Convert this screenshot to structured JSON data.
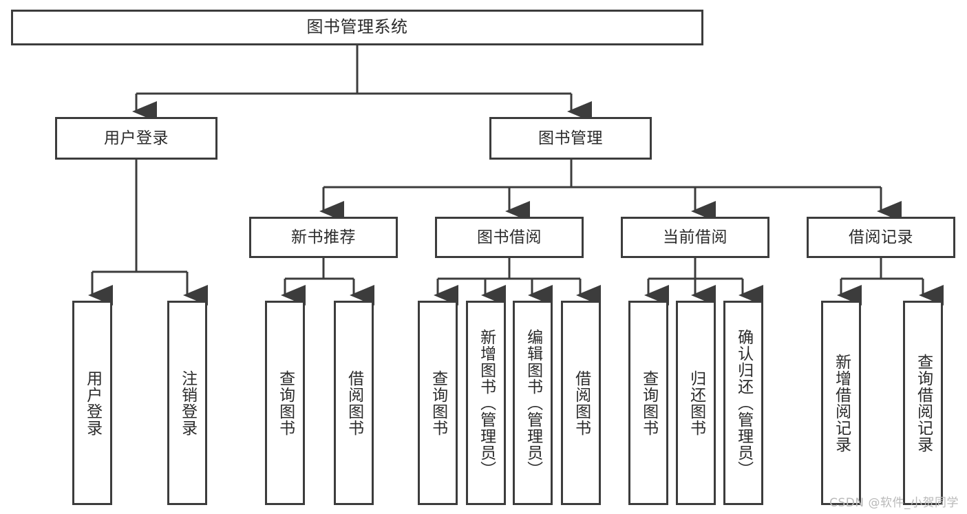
{
  "diagram": {
    "type": "tree",
    "title": "图书管理系统",
    "background_color": "#ffffff",
    "line_color": "#3c3c3c",
    "text_color": "#2b2b2b"
  },
  "nodes": {
    "root": {
      "label": "图书管理系统"
    },
    "level2": [
      {
        "id": "user-login",
        "label": "用户登录"
      },
      {
        "id": "book-manage",
        "label": "图书管理"
      }
    ],
    "level3": [
      {
        "id": "new-book-recommend",
        "label": "新书推荐"
      },
      {
        "id": "book-borrow",
        "label": "图书借阅"
      },
      {
        "id": "current-borrow",
        "label": "当前借阅"
      },
      {
        "id": "borrow-record",
        "label": "借阅记录"
      }
    ],
    "leaves": [
      {
        "id": "leaf-user-login",
        "label": "用户登录"
      },
      {
        "id": "leaf-logout-login",
        "label": "注销登录"
      },
      {
        "id": "leaf-query-book-1",
        "label": "查询图书"
      },
      {
        "id": "leaf-borrow-book-1",
        "label": "借阅图书"
      },
      {
        "id": "leaf-query-book-2",
        "label": "查询图书"
      },
      {
        "id": "leaf-add-book",
        "label": "新增图书（管理员）"
      },
      {
        "id": "leaf-edit-book",
        "label": "编辑图书（管理员）"
      },
      {
        "id": "leaf-borrow-book-2",
        "label": "借阅图书"
      },
      {
        "id": "leaf-query-book-3",
        "label": "查询图书"
      },
      {
        "id": "leaf-return-book",
        "label": "归还图书"
      },
      {
        "id": "leaf-confirm-return",
        "label": "确认归还（管理员）"
      },
      {
        "id": "leaf-add-record",
        "label": "新增借阅记录"
      },
      {
        "id": "leaf-query-record",
        "label": "查询借阅记录"
      }
    ]
  },
  "watermark": {
    "text": "CSDN @软件_小贺同学"
  }
}
